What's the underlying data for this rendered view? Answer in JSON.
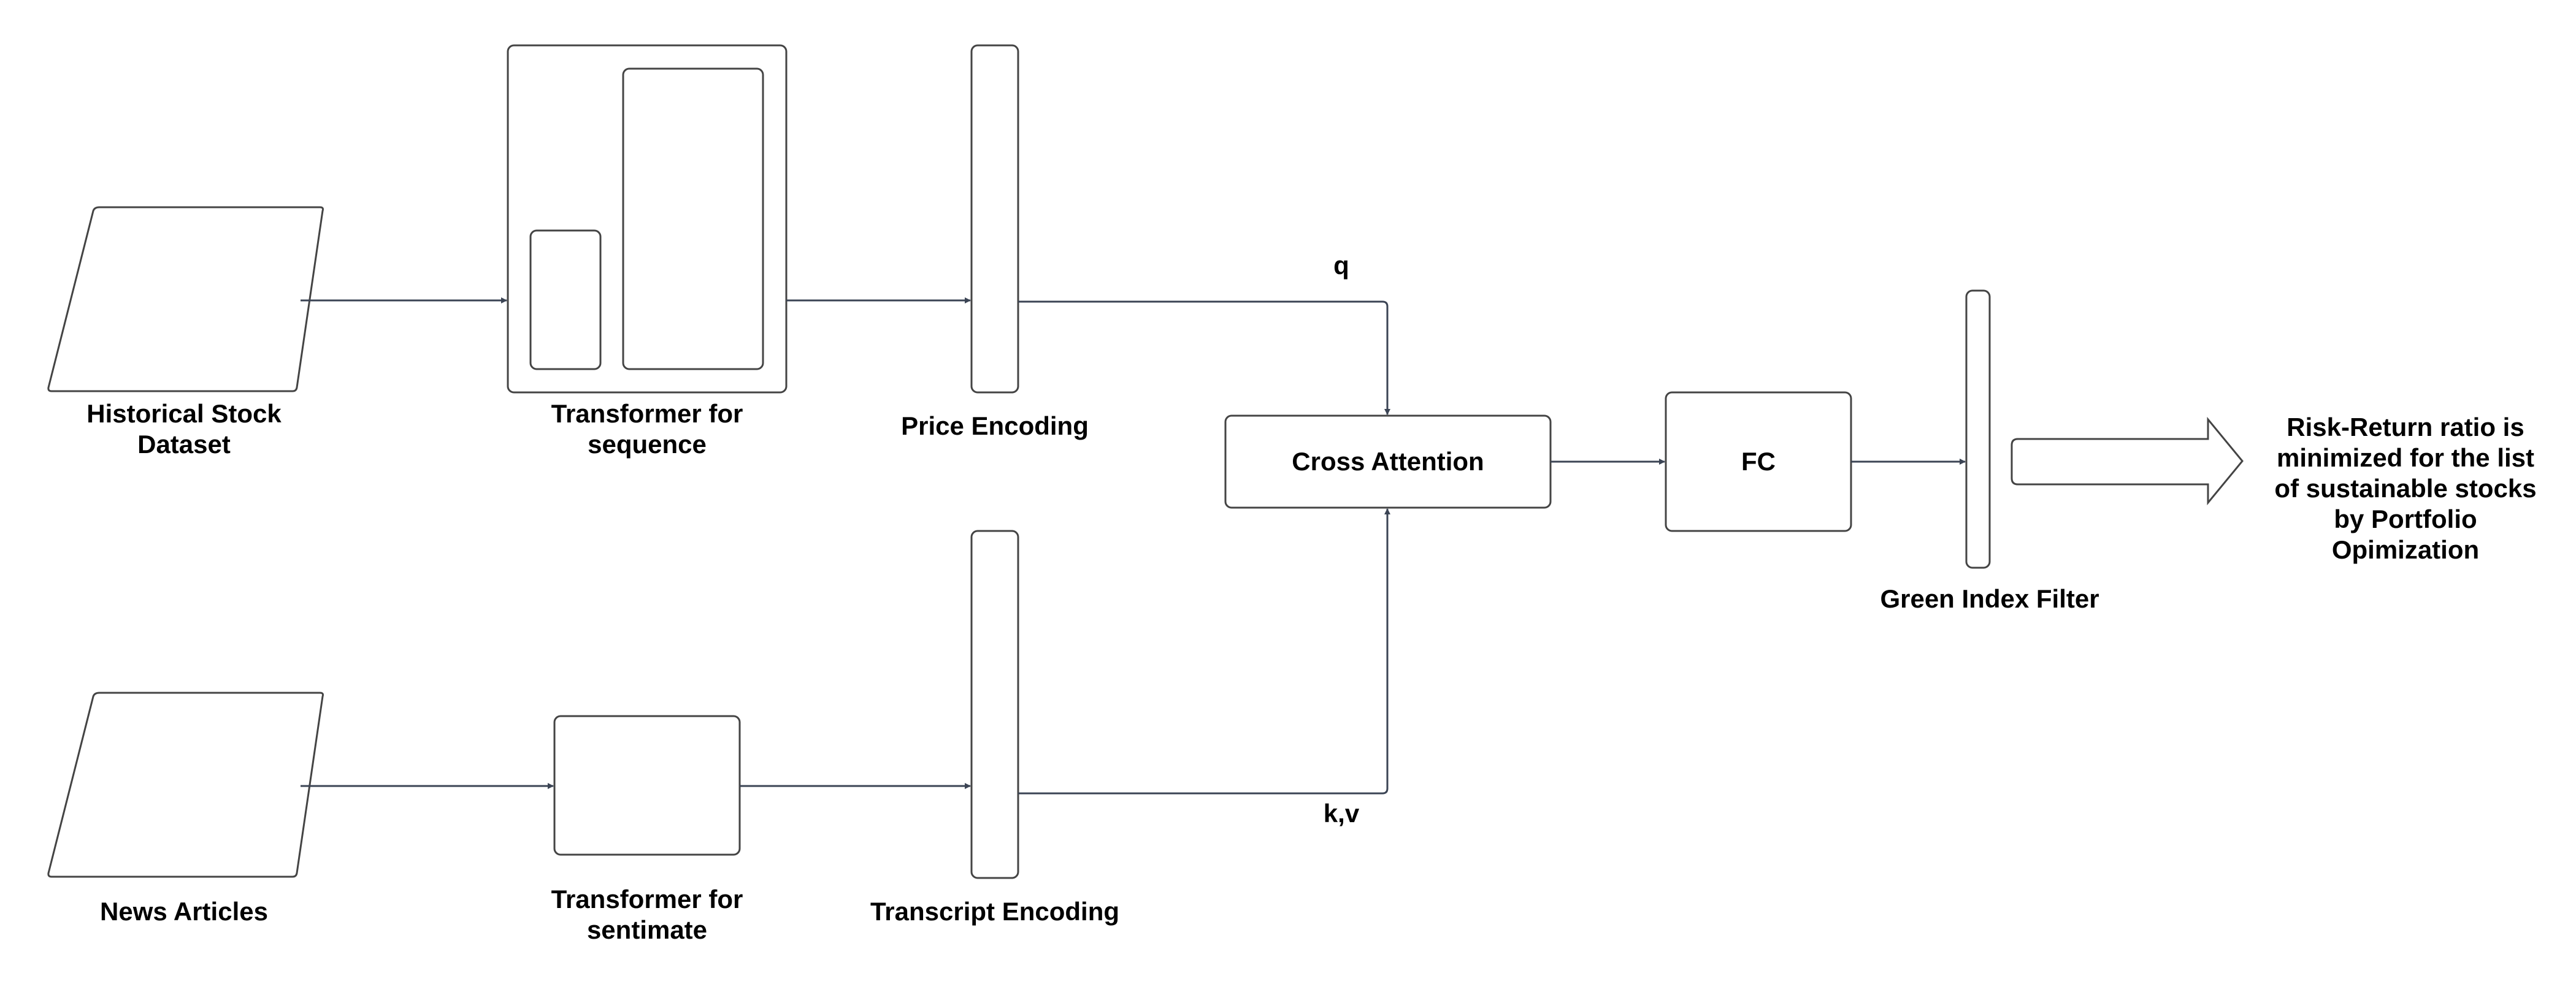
{
  "colors": {
    "stroke": "#444444",
    "arrow": "#3b4454",
    "text": "#000000",
    "background": "#ffffff"
  },
  "nodes": {
    "historical_stock_dataset": {
      "label": [
        "Historical Stock",
        "Dataset"
      ]
    },
    "news_articles": {
      "label": [
        "News Articles"
      ]
    },
    "transformer_sequence": {
      "label": [
        "Transformer for",
        "sequence"
      ]
    },
    "transformer_sentiment": {
      "label": [
        "Transformer for",
        "sentimate"
      ]
    },
    "price_encoding": {
      "label": [
        "Price Encoding"
      ]
    },
    "transcript_encoding": {
      "label": [
        "Transcript Encoding"
      ]
    },
    "cross_attention": {
      "label": "Cross Attention"
    },
    "fc": {
      "label": "FC"
    },
    "green_index_filter": {
      "label": [
        "Green Index Filter"
      ]
    },
    "output": {
      "label": [
        "Risk-Return ratio is",
        "minimized for the list",
        "of sustainable stocks",
        "by Portfolio",
        "Opimization"
      ]
    }
  },
  "edges": {
    "price_to_cross_attention": {
      "label": "q"
    },
    "transcript_to_cross_attention": {
      "label": "k,v"
    }
  }
}
